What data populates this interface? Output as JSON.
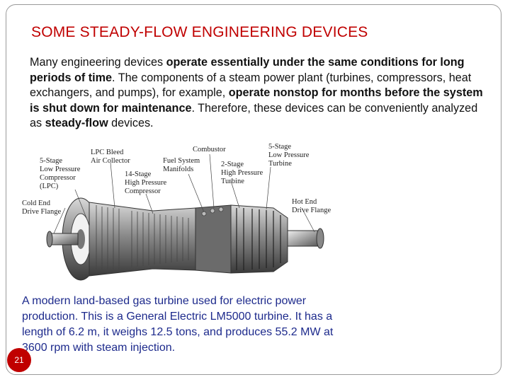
{
  "slide": {
    "title": "SOME STEADY-FLOW ENGINEERING DEVICES",
    "paragraph": [
      {
        "text": "Many engineering devices ",
        "bold": false
      },
      {
        "text": "operate essentially under the same conditions for long periods of time",
        "bold": true
      },
      {
        "text": ". The components of a steam power plant (turbines, compressors, heat exchangers, and pumps), for example, ",
        "bold": false
      },
      {
        "text": "operate nonstop for months before the system is shut down for maintenance",
        "bold": true
      },
      {
        "text": ". Therefore, these devices can be conveniently analyzed as ",
        "bold": false
      },
      {
        "text": "steady-flow",
        "bold": true
      },
      {
        "text": " devices.",
        "bold": false
      }
    ],
    "caption": "A modern land-based gas turbine used for electric power production. This is a General Electric LM5000 turbine. It has a length of 6.2 m, it weighs 12.5 tons, and produces 55.2 MW at 3600 rpm with steam injection.",
    "page_number": "21"
  },
  "diagram_labels": {
    "lpc_compressor": "5-Stage\nLow Pressure\nCompressor\n(LPC)",
    "lpc_bleed": "LPC Bleed\nAir Collector",
    "hp_compressor": "14-Stage\nHigh Pressure\nCompressor",
    "fuel_system": "Fuel System\nManifolds",
    "combustor": "Combustor",
    "hp_turbine": "2-Stage\nHigh Pressure\nTurbine",
    "lp_turbine": "5-Stage\nLow Pressure\nTurbine",
    "cold_end": "Cold End\nDrive Flange",
    "hot_end": "Hot End\nDrive Flange"
  },
  "colors": {
    "title": "#c00000",
    "caption": "#1d2a8c",
    "badge": "#c00000"
  }
}
